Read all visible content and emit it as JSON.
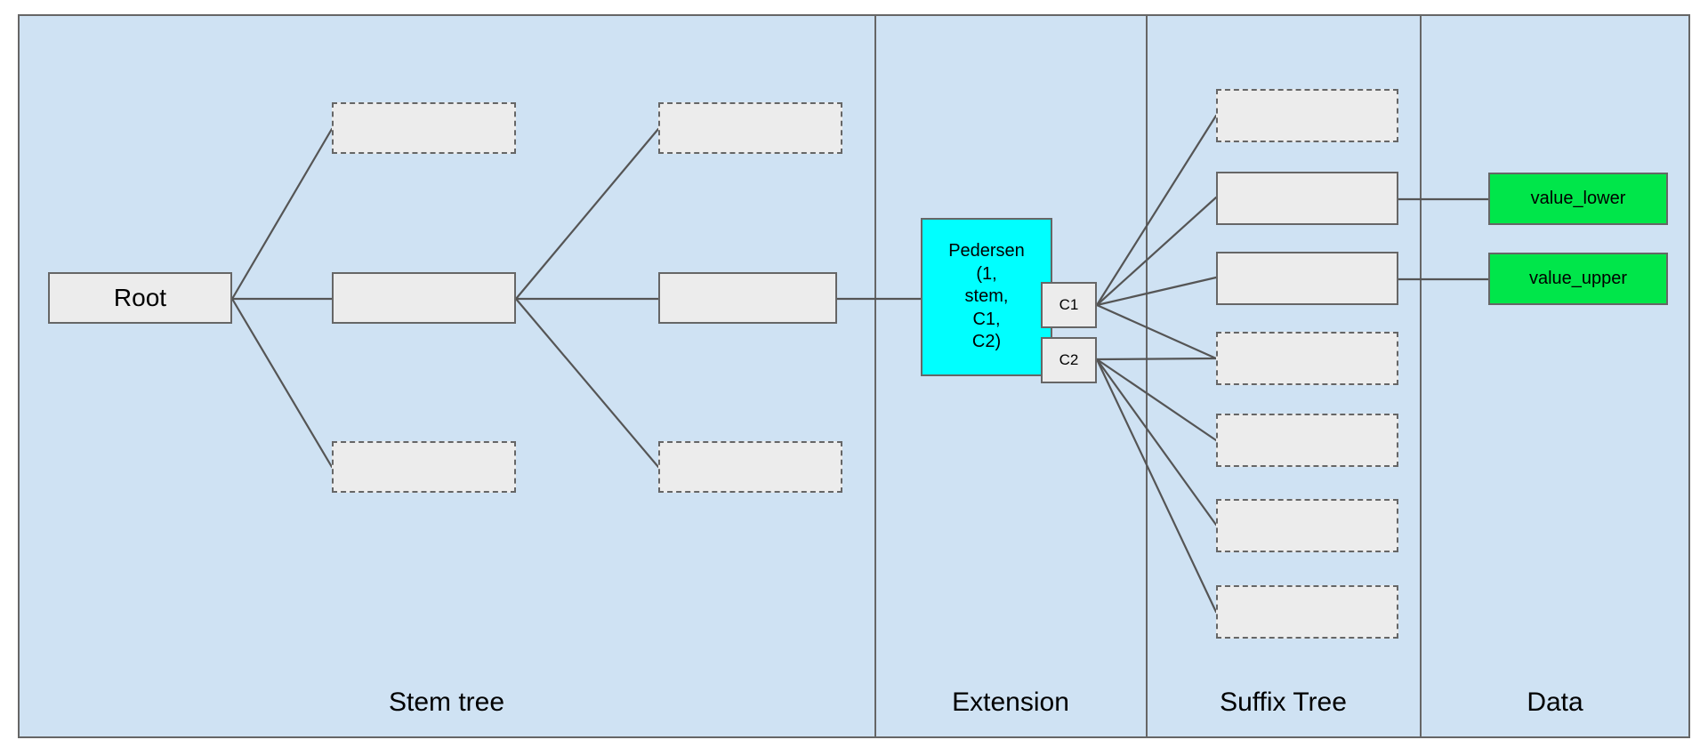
{
  "diagram": {
    "title": "Stem tree / Extension / Suffix Tree / Data",
    "background_color": "#cfe2f3",
    "node_fill": "#ececec",
    "node_stroke": "#666666",
    "accent_cyan": "#00ffff",
    "accent_green": "#00e64a"
  },
  "sections": [
    {
      "id": "stem-tree",
      "label": "Stem tree"
    },
    {
      "id": "extension",
      "label": "Extension"
    },
    {
      "id": "suffix-tree",
      "label": "Suffix Tree"
    },
    {
      "id": "data",
      "label": "Data"
    }
  ],
  "stem_tree": {
    "root": {
      "label": "Root"
    },
    "branch_nodes": [
      {
        "id": "stem-b1-top",
        "label": "",
        "style": "dashed"
      },
      {
        "id": "stem-b1-middle",
        "label": "",
        "style": "solid"
      },
      {
        "id": "stem-b1-bottom",
        "label": "",
        "style": "dashed"
      },
      {
        "id": "stem-b2-top",
        "label": "",
        "style": "dashed"
      },
      {
        "id": "stem-b2-middle",
        "label": "",
        "style": "solid"
      },
      {
        "id": "stem-b2-bottom",
        "label": "",
        "style": "dashed"
      }
    ]
  },
  "extension": {
    "pedersen": {
      "label": "Pedersen\n(1,\nstem,\nC1,\nC2)"
    },
    "chunks": [
      {
        "id": "chunk-c1",
        "label": "C1"
      },
      {
        "id": "chunk-c2",
        "label": "C2"
      }
    ]
  },
  "suffix_tree": {
    "nodes": [
      {
        "id": "suffix-1",
        "label": "",
        "style": "dashed"
      },
      {
        "id": "suffix-2",
        "label": "",
        "style": "solid"
      },
      {
        "id": "suffix-3",
        "label": "",
        "style": "solid"
      },
      {
        "id": "suffix-4",
        "label": "",
        "style": "dashed"
      },
      {
        "id": "suffix-5",
        "label": "",
        "style": "dashed"
      },
      {
        "id": "suffix-6",
        "label": "",
        "style": "dashed"
      },
      {
        "id": "suffix-7",
        "label": "",
        "style": "dashed"
      }
    ]
  },
  "data": {
    "values": [
      {
        "id": "value-lower",
        "label": "value_lower"
      },
      {
        "id": "value-upper",
        "label": "value_upper"
      }
    ]
  }
}
